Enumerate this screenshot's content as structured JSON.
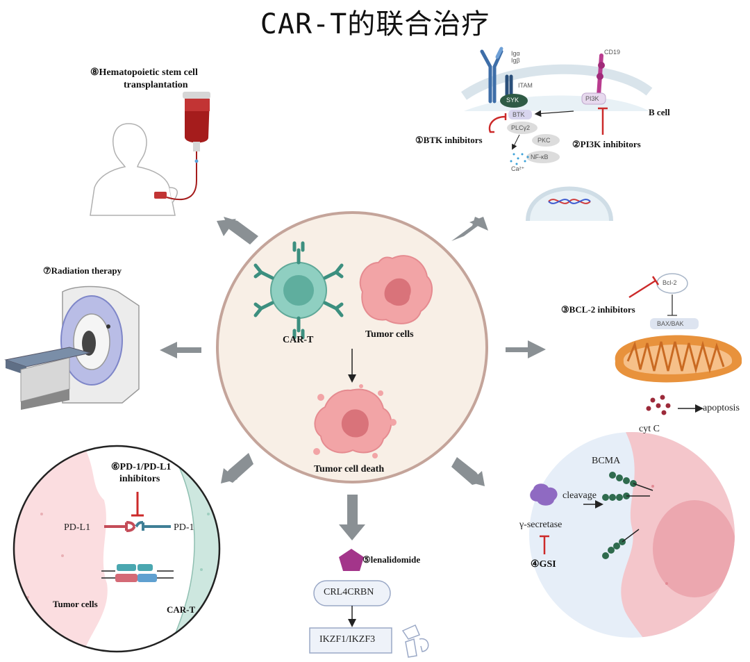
{
  "title": "CAR-T的联合治疗",
  "center": {
    "car_t": "CAR-T",
    "tumor_cells": "Tumor cells",
    "tumor_cell_death": "Tumor cell death"
  },
  "hsct": {
    "label_line1": "⑧Hematopoietic stem cell",
    "label_line2": "transplantation"
  },
  "bcell_panel": {
    "igalpha": "Igα",
    "igbeta": "Igβ",
    "itam": "ITAM",
    "cd19": "CD19",
    "syk": "SYK",
    "pi3k": "PI3K",
    "btk": "BTK",
    "plcg2": "PLCγ2",
    "pkc": "PKC",
    "nfkb": "NF-κB",
    "ca": "Ca²⁺",
    "b_cell": "B cell",
    "btk_inhibitors": "①BTK inhibitors",
    "pi3k_inhibitors": "②PI3K inhibitors"
  },
  "radiation": {
    "label": "⑦Radiation therapy"
  },
  "bcl2_panel": {
    "bcl2": "Bcl-2",
    "bax_bak": "BAX/BAK",
    "inhibitors": "③BCL-2  inhibitors",
    "cyt_c": "cyt C",
    "apoptosis": "apoptosis"
  },
  "pd1_panel": {
    "inhibitors_line1": "⑥PD-1/PD-L1",
    "inhibitors_line2": "inhibitors",
    "pd_l1": "PD-L1",
    "pd_1": "PD-1",
    "tumor_cells": "Tumor cells",
    "car_t": "CAR-T"
  },
  "lenalidomide_panel": {
    "label": "⑤lenalidomide",
    "crl4crbn": "CRL4CRBN",
    "ikzf": "IKZF1/IKZF3"
  },
  "gsi_panel": {
    "bcma": "BCMA",
    "cleavage": "cleavage",
    "gamma_secretase": "γ-secretase",
    "gsi": "④GSI"
  },
  "colors": {
    "center_fill": "#f8efe6",
    "center_stroke": "#c4a49a",
    "cart_teal": "#7cc3b5",
    "tumor_pink": "#f2a4a6",
    "tumor_core": "#d9737a",
    "arrow_gray": "#8a9094",
    "inhibitor_red": "#cc2a2a",
    "mito_orange": "#e89a4a",
    "bcma_green": "#2f6b4e"
  }
}
